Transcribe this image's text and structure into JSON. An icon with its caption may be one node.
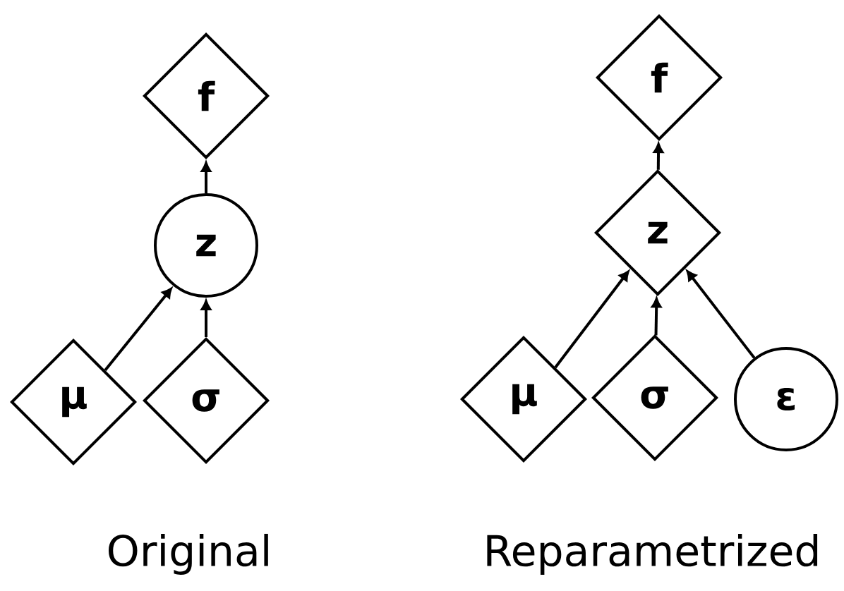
{
  "diagram": {
    "nodes": [
      {
        "text": [
          "f"
        ]
      },
      {
        "text": [
          "z"
        ]
      },
      {
        "text": [
          "μ"
        ]
      },
      {
        "text": [
          "σ"
        ]
      },
      {
        "text": [
          "f"
        ]
      },
      {
        "text": [
          "z"
        ]
      },
      {
        "text": [
          "μ"
        ]
      },
      {
        "text": [
          "σ"
        ]
      },
      {
        "text": [
          "ε"
        ]
      }
    ],
    "edges": [
      {
        "from": 1,
        "to": 0,
        "arrow": "to"
      },
      {
        "from": 2,
        "to": 1,
        "arrow": "to"
      },
      {
        "from": 3,
        "to": 1,
        "arrow": "to"
      },
      {
        "from": 5,
        "to": 4,
        "arrow": "to"
      },
      {
        "from": 6,
        "to": 5,
        "arrow": "to"
      },
      {
        "from": 7,
        "to": 5,
        "arrow": "to"
      },
      {
        "from": 8,
        "to": 5,
        "arrow": "to"
      }
    ],
    "labels": [
      "Original",
      "Reparametrized"
    ]
  }
}
